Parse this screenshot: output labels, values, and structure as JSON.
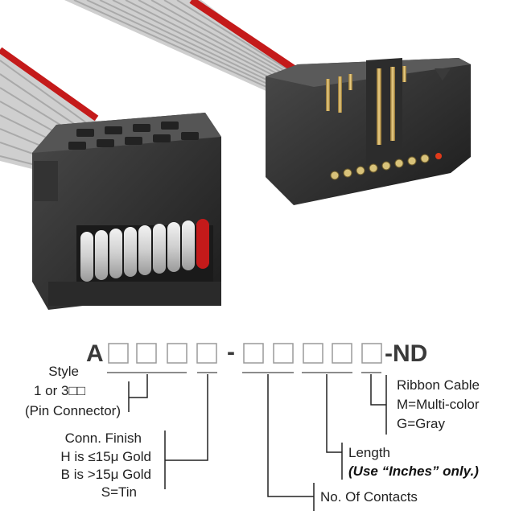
{
  "part_number": {
    "prefix": "A",
    "separator": "-",
    "suffix": "-ND"
  },
  "labels": {
    "style": "Style",
    "style_code": "1 or 3□□",
    "style_note": "(Pin Connector)",
    "finish_title": "Conn. Finish",
    "finish_h": "H is ≤15μ  Gold",
    "finish_b": "B is >15μ  Gold",
    "finish_s": "S=Tin",
    "contacts": "No. Of Contacts",
    "length": "Length",
    "length_note": "(Use “Inches” only.)",
    "cable_title": "Ribbon Cable",
    "cable_m": "M=Multi-color",
    "cable_g": "G=Gray"
  }
}
